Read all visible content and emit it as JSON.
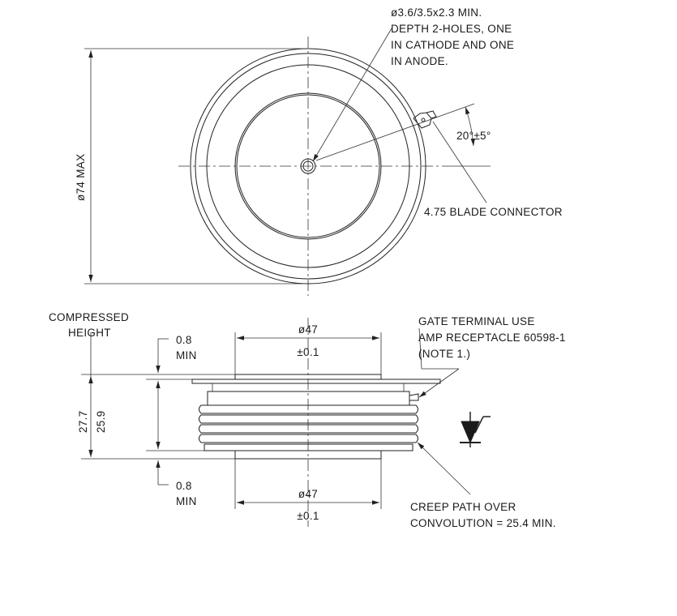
{
  "top_view": {
    "hole_note": [
      "ø3.6/3.5x2.3 MIN.",
      "DEPTH 2-HOLES, ONE",
      "IN CATHODE AND ONE",
      "IN ANODE."
    ],
    "angle_label": "20°±5°",
    "diameter_label": "ø74 MAX",
    "blade_connector_label": "4.75 BLADE CONNECTOR"
  },
  "side_view": {
    "compressed_height_label": [
      "COMPRESSED",
      "HEIGHT"
    ],
    "top_gap": [
      "0.8",
      "MIN"
    ],
    "bottom_gap": [
      "0.8",
      "MIN"
    ],
    "top_diameter": [
      "ø47",
      "±0.1"
    ],
    "bottom_diameter": [
      "ø47",
      "±0.1"
    ],
    "height_outer": "27.7",
    "height_inner": "25.9",
    "gate_note": [
      "GATE TERMINAL USE",
      "AMP RECEPTACLE 60598-1",
      "(NOTE 1.)"
    ],
    "creep_note": [
      "CREEP PATH OVER",
      "CONVOLUTION = 25.4 MIN."
    ]
  },
  "symbol": {
    "icon": "thyristor-symbol-icon"
  }
}
